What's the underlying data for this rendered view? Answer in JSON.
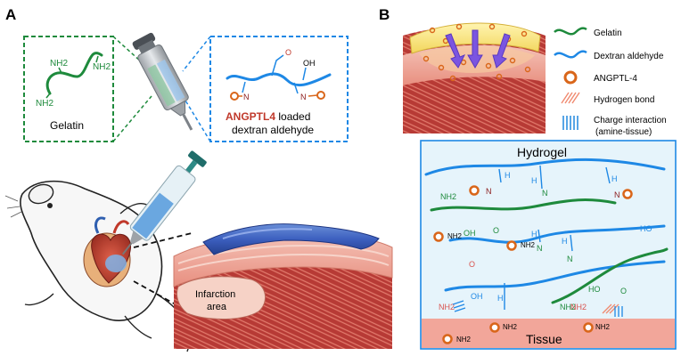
{
  "panel_a": {
    "letter": "A",
    "gelatin_box": {
      "nh2_1": "NH2",
      "nh2_2": "NH2",
      "nh2_3": "NH2",
      "label": "Gelatin"
    },
    "dextran_box": {
      "label_highlight": "ANGPTL4",
      "label_rest": " loaded",
      "label_line2": "dextran aldehyde",
      "atoms": {
        "o_top": "O",
        "oh": "OH",
        "n1": "N",
        "n2": "N"
      }
    },
    "infarct_label_line1": "Infarction",
    "infarct_label_line2": "area"
  },
  "panel_b": {
    "letter": "B",
    "legend": [
      {
        "key": "gelatin",
        "label": "Gelatin",
        "color": "#1e8a3c"
      },
      {
        "key": "dextran",
        "label": "Dextran aldehyde",
        "color": "#1e88e5"
      },
      {
        "key": "angptl4",
        "label": "ANGPTL-4",
        "color": "#e0701a"
      },
      {
        "key": "hbond",
        "label": "Hydrogen bond",
        "color": "#f08a70"
      },
      {
        "key": "charge",
        "label": "Charge interaction",
        "label2": "(amine-tissue)",
        "color": "#2f8fe0"
      }
    ],
    "schematic": {
      "hydrogel_label": "Hydrogel",
      "tissue_label": "Tissue",
      "nh2": "NH2",
      "h": "H",
      "n": "N",
      "o": "O",
      "oh": "OH",
      "ho": "HO"
    }
  },
  "colors": {
    "gelatin_green": "#1e8a3c",
    "dextran_blue": "#1e88e5",
    "angptl4_orange": "#d9661a",
    "nitrogen_red": "#8b1a1a",
    "tissue_pink": "#f2a69a",
    "gel_panel_bg": "#e6f4fb"
  }
}
